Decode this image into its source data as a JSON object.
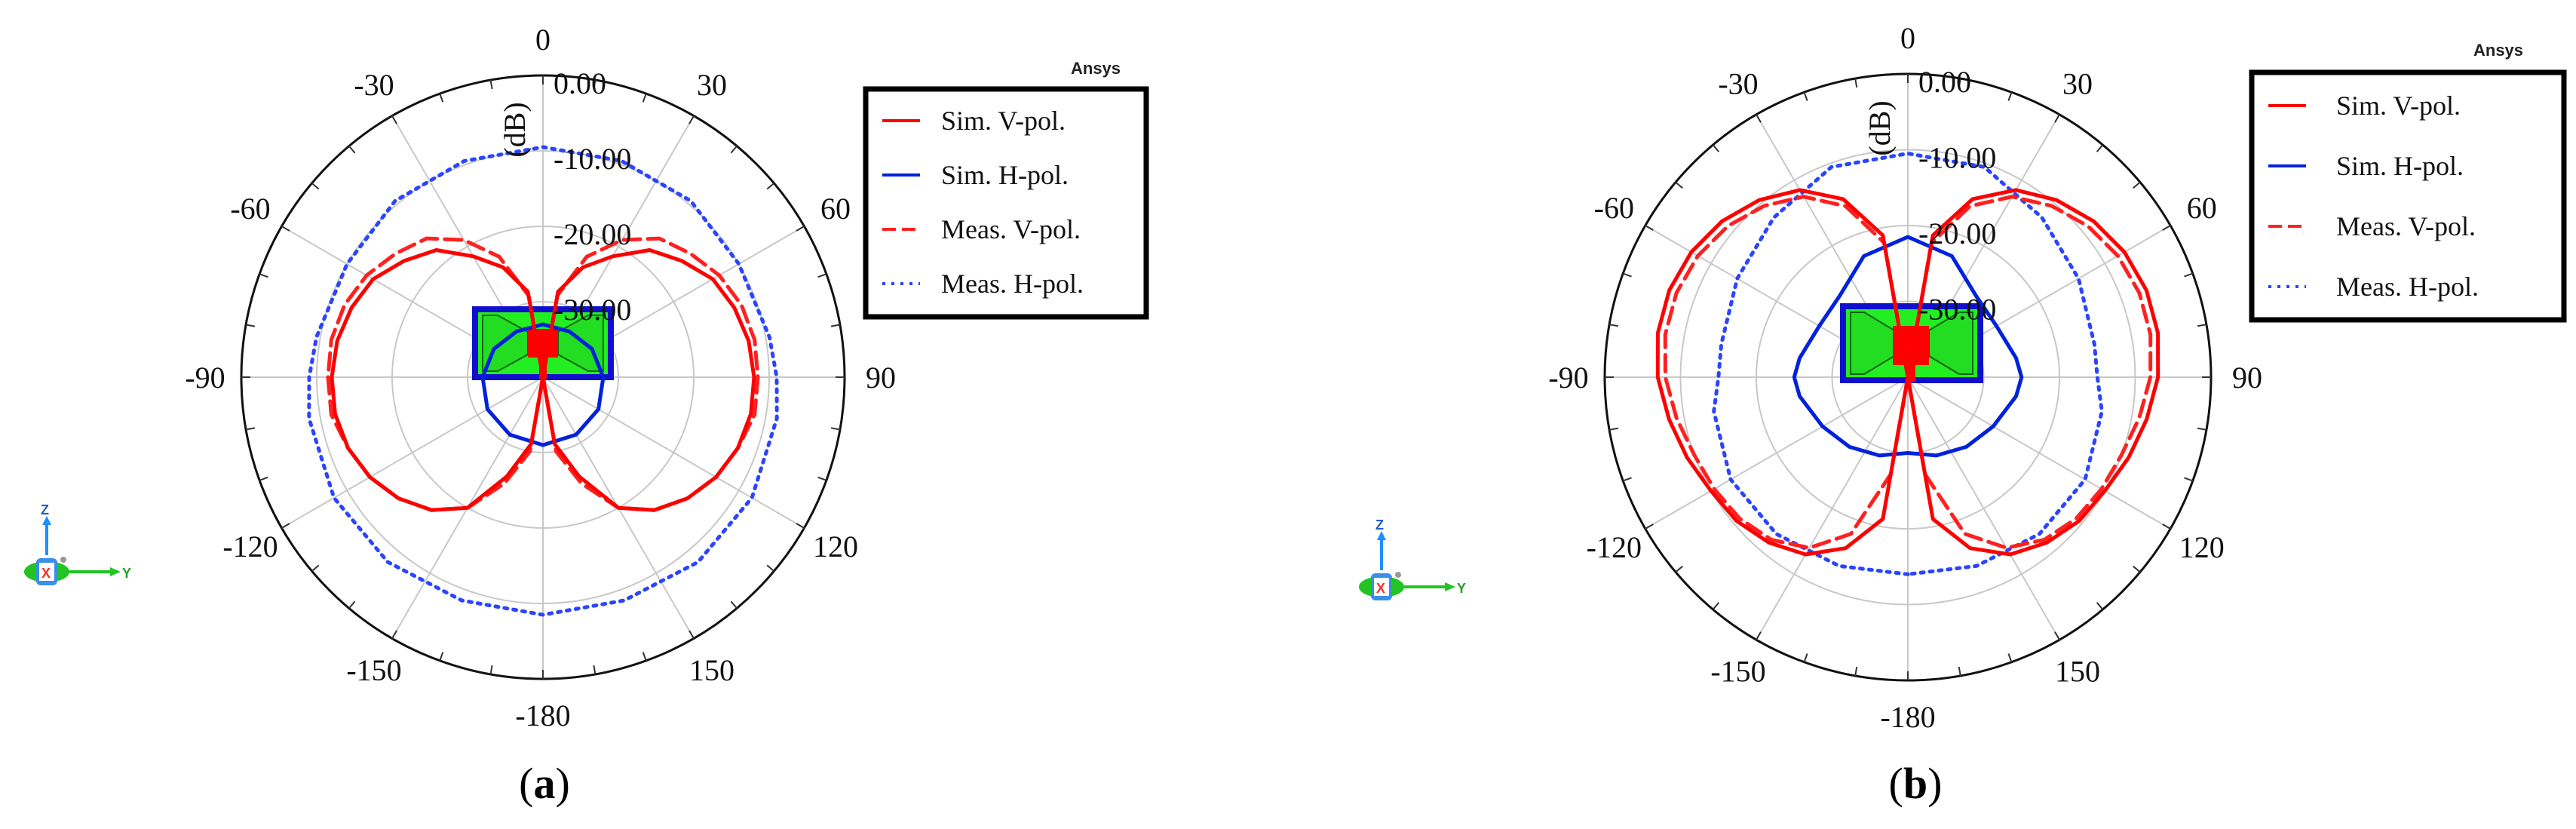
{
  "colors": {
    "sim_v": "#ff0000",
    "sim_h": "#0022dd",
    "meas_v": "#ff2020",
    "meas_h": "#2a44ff",
    "grid": "#c8c8c8",
    "antenna_fill": "#22ee22",
    "antenna_border": "#1010cc",
    "antenna_feed": "#ff0000"
  },
  "legend": {
    "watermark": "Ansys",
    "entries": [
      {
        "label": "Sim. V-pol.",
        "series": "sim_v",
        "style": "solid"
      },
      {
        "label": "Sim. H-pol.",
        "series": "sim_h",
        "style": "solid"
      },
      {
        "label": "Meas. V-pol.",
        "series": "meas_v",
        "style": "dashed"
      },
      {
        "label": "Meas. H-pol.",
        "series": "meas_h",
        "style": "dotted"
      }
    ]
  },
  "axis_triad": {
    "z": "Z",
    "x": "X",
    "y": "Y",
    "icons": [
      "z-axis-arrow-icon",
      "y-axis-arrow-icon",
      "x-axis-marker-icon"
    ]
  },
  "chart_data": [
    {
      "type": "polar",
      "caption_open": "(",
      "caption_letter": "a",
      "caption_close": ")",
      "radial_unit": "(dB)",
      "radial_range": [
        -40,
        0
      ],
      "radial_ticks": [
        0,
        -10,
        -20,
        -30
      ],
      "radial_tick_labels": [
        "0.00",
        "-10.00",
        "-20.00",
        "-30.00"
      ],
      "angular_ticks": [
        0,
        30,
        60,
        90,
        120,
        150,
        180,
        -150,
        -120,
        -90,
        -60,
        -30
      ],
      "angular_tick_labels": [
        "0",
        "30",
        "60",
        "90",
        "120",
        "150",
        "-180",
        "-150",
        "-120",
        "-90",
        "-60",
        "-30"
      ],
      "grid": true,
      "legend_position": "top-right",
      "series": [
        {
          "name": "Sim. V-pol.",
          "key": "sim_v",
          "theta": [
            -180,
            -170,
            -160,
            -150,
            -140,
            -130,
            -120,
            -110,
            -100,
            -90,
            -80,
            -70,
            -60,
            -50,
            -40,
            -30,
            -20,
            -10,
            0,
            10,
            20,
            30,
            40,
            50,
            60,
            70,
            80,
            90,
            100,
            110,
            120,
            130,
            140,
            150,
            160,
            170,
            180
          ],
          "r": [
            -40,
            -31,
            -26,
            -20,
            -17,
            -15,
            -13.5,
            -12.5,
            -12,
            -12,
            -12.3,
            -13,
            -14,
            -16,
            -18,
            -21.5,
            -24.5,
            -28.5,
            -40,
            -28.5,
            -24.5,
            -21.5,
            -18,
            -16,
            -14,
            -13,
            -12.3,
            -12,
            -12,
            -12.5,
            -13.5,
            -15,
            -17,
            -20,
            -26,
            -31,
            -40
          ]
        },
        {
          "name": "Sim. H-pol.",
          "key": "sim_h",
          "theta": [
            -180,
            -150,
            -120,
            -90,
            -60,
            -30,
            0,
            30,
            60,
            90,
            120,
            150,
            180
          ],
          "r": [
            -31,
            -31.2,
            -31.5,
            -32,
            -32.5,
            -33,
            -33,
            -33,
            -32.5,
            -32,
            -31.5,
            -31.2,
            -31
          ]
        },
        {
          "name": "Meas. V-pol.",
          "key": "meas_v",
          "theta": [
            -180,
            -170,
            -160,
            -150,
            -140,
            -130,
            -120,
            -110,
            -100,
            -90,
            -80,
            -70,
            -60,
            -50,
            -40,
            -30,
            -20,
            -10,
            0,
            10,
            20,
            30,
            40,
            50,
            60,
            70,
            80,
            90,
            100,
            110,
            120,
            130,
            140,
            150,
            160,
            170,
            180
          ],
          "r": [
            -40,
            -30,
            -25,
            -20,
            -17,
            -15,
            -13.5,
            -12.5,
            -11.5,
            -11.5,
            -11.5,
            -12,
            -13,
            -14.5,
            -16,
            -19,
            -23,
            -29,
            -40,
            -29,
            -23,
            -19,
            -16,
            -14.5,
            -13,
            -12,
            -11.5,
            -11.5,
            -11.5,
            -12.5,
            -13.5,
            -15,
            -17,
            -20,
            -25,
            -30,
            -40
          ]
        },
        {
          "name": "Meas. H-pol.",
          "key": "meas_h",
          "theta": [
            -180,
            -160,
            -140,
            -120,
            -100,
            -90,
            -80,
            -60,
            -40,
            -20,
            0,
            20,
            40,
            60,
            80,
            90,
            100,
            120,
            140,
            160,
            180
          ],
          "r": [
            -8.5,
            -8.5,
            -8,
            -8,
            -8.5,
            -9,
            -9.5,
            -10,
            -9.5,
            -9.5,
            -9.5,
            -9.5,
            -9.5,
            -10,
            -9.5,
            -9,
            -8.5,
            -8,
            -8,
            -8.5,
            -8.5
          ]
        }
      ]
    },
    {
      "type": "polar",
      "caption_open": "(",
      "caption_letter": "b",
      "caption_close": ")",
      "radial_unit": "(dB)",
      "radial_range": [
        -40,
        0
      ],
      "radial_ticks": [
        0,
        -10,
        -20,
        -30
      ],
      "radial_tick_labels": [
        "0.00",
        "-10.00",
        "-20.00",
        "-30.00"
      ],
      "angular_ticks": [
        0,
        30,
        60,
        90,
        120,
        150,
        180,
        -150,
        -120,
        -90,
        -60,
        -30
      ],
      "angular_tick_labels": [
        "0",
        "30",
        "60",
        "90",
        "120",
        "150",
        "-180",
        "-150",
        "-120",
        "-90",
        "-60",
        "-30"
      ],
      "grid": true,
      "legend_position": "top-right",
      "series": [
        {
          "name": "Sim. V-pol.",
          "key": "sim_v",
          "theta": [
            -180,
            -170,
            -160,
            -150,
            -140,
            -130,
            -120,
            -110,
            -100,
            -90,
            -80,
            -70,
            -60,
            -50,
            -40,
            -30,
            -20,
            -10,
            0,
            10,
            20,
            30,
            40,
            50,
            60,
            70,
            80,
            90,
            100,
            110,
            120,
            130,
            140,
            150,
            160,
            170,
            180
          ],
          "r": [
            -40,
            -21,
            -16,
            -13,
            -11.5,
            -10.5,
            -10,
            -9,
            -8,
            -7,
            -6.5,
            -6.5,
            -7,
            -8,
            -9.5,
            -11.5,
            -15,
            -21,
            -40,
            -21,
            -15,
            -11.5,
            -9.5,
            -8,
            -7,
            -6.5,
            -6.5,
            -7,
            -8,
            -9,
            -10,
            -10.5,
            -11.5,
            -13,
            -16,
            -21,
            -40
          ]
        },
        {
          "name": "Sim. H-pol.",
          "key": "sim_h",
          "theta": [
            -180,
            -160,
            -140,
            -120,
            -100,
            -90,
            -80,
            -60,
            -40,
            -20,
            0,
            20,
            40,
            60,
            80,
            90,
            100,
            120,
            140,
            160,
            180
          ],
          "r": [
            -30,
            -29,
            -28,
            -27,
            -25.5,
            -25,
            -25.5,
            -26.5,
            -26,
            -23,
            -21.5,
            -23,
            -26,
            -26.5,
            -25.5,
            -25,
            -25.5,
            -27,
            -28,
            -29,
            -30
          ]
        },
        {
          "name": "Meas. V-pol.",
          "key": "meas_v",
          "theta": [
            -180,
            -170,
            -160,
            -150,
            -140,
            -130,
            -120,
            -110,
            -100,
            -90,
            -80,
            -70,
            -60,
            -50,
            -40,
            -30,
            -20,
            -10,
            0,
            10,
            20,
            30,
            40,
            50,
            60,
            70,
            80,
            90,
            100,
            110,
            120,
            130,
            140,
            150,
            160,
            170,
            180
          ],
          "r": [
            -40,
            -27,
            -18,
            -14,
            -12,
            -11,
            -10.5,
            -10,
            -9,
            -8,
            -7.5,
            -7.5,
            -8,
            -9,
            -10.5,
            -12.5,
            -16,
            -22,
            -40,
            -22,
            -16,
            -12.5,
            -10.5,
            -9,
            -8,
            -7.5,
            -7.5,
            -8,
            -9,
            -10,
            -10.5,
            -11,
            -12,
            -14,
            -18,
            -27,
            -40
          ]
        },
        {
          "name": "Meas. H-pol.",
          "key": "meas_h",
          "theta": [
            -180,
            -160,
            -140,
            -120,
            -100,
            -90,
            -80,
            -60,
            -40,
            -20,
            0,
            20,
            40,
            60,
            80,
            90,
            100,
            120,
            140,
            160,
            180
          ],
          "r": [
            -14,
            -13.5,
            -13,
            -13,
            -14,
            -15,
            -15,
            -14,
            -12.5,
            -10.5,
            -10.5,
            -10.5,
            -12.5,
            -14,
            -15,
            -15,
            -14,
            -13,
            -13,
            -13.5,
            -14
          ]
        }
      ]
    }
  ]
}
